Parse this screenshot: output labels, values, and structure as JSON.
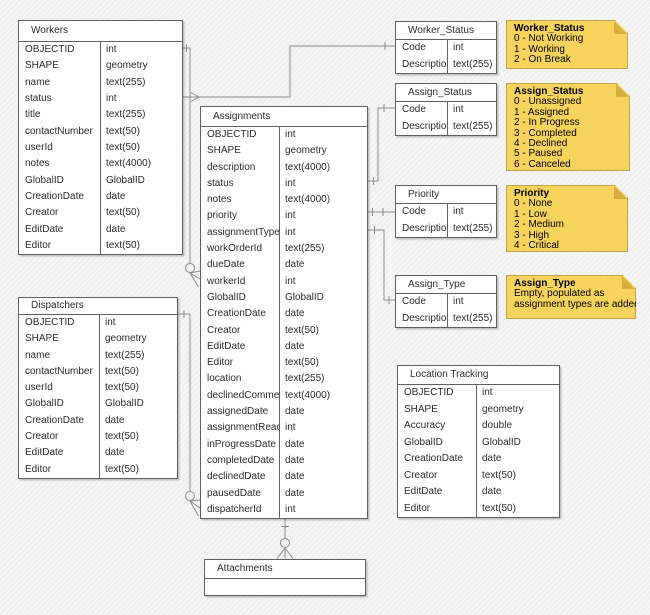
{
  "colors": {
    "canvas_bg": "#f1f1f2",
    "table_border": "#5f5f5f",
    "table_text": "#2b2b2b",
    "connector": "#8c8c8c",
    "note_fill": "#f5d35c",
    "note_border": "#bda24a",
    "note_fold": "#d9ae3e"
  },
  "entities": {
    "workers": {
      "title": "Workers",
      "fields": [
        {
          "name": "OBJECTID",
          "type": "int"
        },
        {
          "name": "SHAPE",
          "type": "geometry"
        },
        {
          "name": "name",
          "type": "text(255)"
        },
        {
          "name": "status",
          "type": "int"
        },
        {
          "name": "title",
          "type": "text(255)"
        },
        {
          "name": "contactNumber",
          "type": "text(50)"
        },
        {
          "name": "userId",
          "type": "text(50)"
        },
        {
          "name": "notes",
          "type": "text(4000)"
        },
        {
          "name": "GlobalID",
          "type": "GlobalID"
        },
        {
          "name": "CreationDate",
          "type": "date"
        },
        {
          "name": "Creator",
          "type": "text(50)"
        },
        {
          "name": "EditDate",
          "type": "date"
        },
        {
          "name": "Editor",
          "type": "text(50)"
        }
      ]
    },
    "dispatchers": {
      "title": "Dispatchers",
      "fields": [
        {
          "name": "OBJECTID",
          "type": "int"
        },
        {
          "name": "SHAPE",
          "type": "geometry"
        },
        {
          "name": "name",
          "type": "text(255)"
        },
        {
          "name": "contactNumber",
          "type": "text(50)"
        },
        {
          "name": "userId",
          "type": "text(50)"
        },
        {
          "name": "GlobalID",
          "type": "GlobalID"
        },
        {
          "name": "CreationDate",
          "type": "date"
        },
        {
          "name": "Creator",
          "type": "text(50)"
        },
        {
          "name": "EditDate",
          "type": "date"
        },
        {
          "name": "Editor",
          "type": "text(50)"
        }
      ]
    },
    "assignments": {
      "title": "Assignments",
      "fields": [
        {
          "name": "OBJECTID",
          "type": "int"
        },
        {
          "name": "SHAPE",
          "type": "geometry"
        },
        {
          "name": "description",
          "type": "text(4000)"
        },
        {
          "name": "status",
          "type": "int"
        },
        {
          "name": "notes",
          "type": "text(4000)"
        },
        {
          "name": "priority",
          "type": "int"
        },
        {
          "name": "assignmentType",
          "type": "int"
        },
        {
          "name": "workOrderId",
          "type": "text(255)"
        },
        {
          "name": "dueDate",
          "type": "date"
        },
        {
          "name": "workerId",
          "type": "int"
        },
        {
          "name": "GlobalID",
          "type": "GlobalID"
        },
        {
          "name": "CreationDate",
          "type": "date"
        },
        {
          "name": "Creator",
          "type": "text(50)"
        },
        {
          "name": "EditDate",
          "type": "date"
        },
        {
          "name": "Editor",
          "type": "text(50)"
        },
        {
          "name": "location",
          "type": "text(255)"
        },
        {
          "name": "declinedComment",
          "type": "text(4000)"
        },
        {
          "name": "assignedDate",
          "type": "date"
        },
        {
          "name": "assignmentRead",
          "type": "int"
        },
        {
          "name": "inProgressDate",
          "type": "date"
        },
        {
          "name": "completedDate",
          "type": "date"
        },
        {
          "name": "declinedDate",
          "type": "date"
        },
        {
          "name": "pausedDate",
          "type": "date"
        },
        {
          "name": "dispatcherId",
          "type": "int"
        }
      ]
    },
    "worker_status": {
      "title": "Worker_Status",
      "fields": [
        {
          "name": "Code",
          "type": "int"
        },
        {
          "name": "Description",
          "type": "text(255)"
        }
      ]
    },
    "assign_status": {
      "title": "Assign_Status",
      "fields": [
        {
          "name": "Code",
          "type": "int"
        },
        {
          "name": "Description",
          "type": "text(255)"
        }
      ]
    },
    "priority": {
      "title": "Priority",
      "fields": [
        {
          "name": "Code",
          "type": "int"
        },
        {
          "name": "Description",
          "type": "text(255)"
        }
      ]
    },
    "assign_type": {
      "title": "Assign_Type",
      "fields": [
        {
          "name": "Code",
          "type": "int"
        },
        {
          "name": "Description",
          "type": "text(255)"
        }
      ]
    },
    "location_tracking": {
      "title": "Location Tracking",
      "fields": [
        {
          "name": "OBJECTID",
          "type": "int"
        },
        {
          "name": "SHAPE",
          "type": "geometry"
        },
        {
          "name": "Accuracy",
          "type": "double"
        },
        {
          "name": "GlobalID",
          "type": "GlobalID"
        },
        {
          "name": "CreationDate",
          "type": "date"
        },
        {
          "name": "Creator",
          "type": "text(50)"
        },
        {
          "name": "EditDate",
          "type": "date"
        },
        {
          "name": "Editor",
          "type": "text(50)"
        }
      ]
    },
    "attachments": {
      "title": "Attachments",
      "fields": [],
      "empty_row": true
    }
  },
  "notes": {
    "worker_status_note": {
      "title": "Worker_Status",
      "lines": [
        "0 - Not Working",
        "1 - Working",
        "2 - On Break"
      ]
    },
    "assign_status_note": {
      "title": "Assign_Status",
      "lines": [
        "0 - Unassigned",
        "1 - Assigned",
        "2 - In Progress",
        "3 - Completed",
        "4 - Declined",
        "5 - Paused",
        "6 - Canceled"
      ]
    },
    "priority_note": {
      "title": "Priority",
      "lines": [
        "0 - None",
        "1 - Low",
        "2 - Medium",
        "3 - High",
        "4 - Critical"
      ]
    },
    "assign_type_note": {
      "title": "Assign_Type",
      "lines": [
        "Empty, populated as",
        "assignment types are added"
      ]
    }
  },
  "relationships": [
    {
      "from": "Workers.OBJECTID",
      "to": "Assignments.workerId",
      "from_cardinality": "one",
      "to_cardinality": "zero-or-many"
    },
    {
      "from": "Workers.status",
      "to": "Worker_Status.Code",
      "from_cardinality": "many",
      "to_cardinality": "one"
    },
    {
      "from": "Assignments.status",
      "to": "Assign_Status.Code",
      "from_cardinality": "one",
      "to_cardinality": "one"
    },
    {
      "from": "Assignments.priority",
      "to": "Priority.Code",
      "from_cardinality": "one",
      "to_cardinality": "one"
    },
    {
      "from": "Assignments.assignmentType",
      "to": "Assign_Type.Code",
      "from_cardinality": "one",
      "to_cardinality": "one"
    },
    {
      "from": "Dispatchers.OBJECTID",
      "to": "Assignments.dispatcherId",
      "from_cardinality": "one",
      "to_cardinality": "zero-or-many"
    },
    {
      "from": "Assignments",
      "to": "Attachments",
      "from_cardinality": "one",
      "to_cardinality": "zero-or-many"
    }
  ]
}
